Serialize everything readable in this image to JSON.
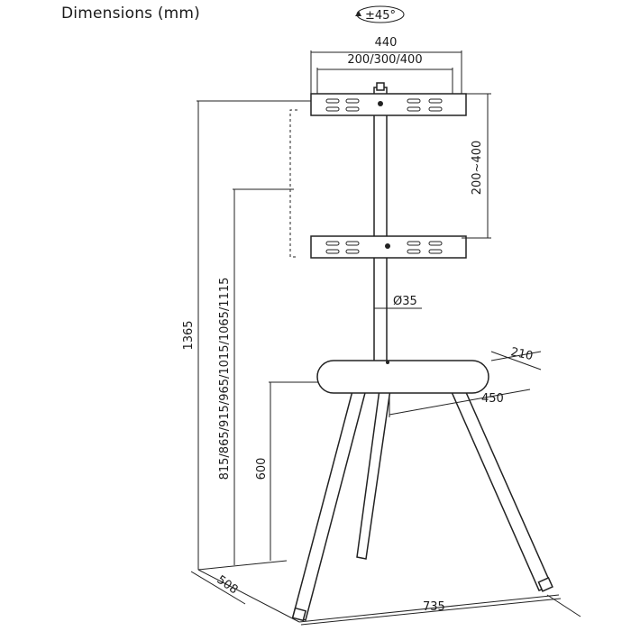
{
  "title": "Dimensions (mm)",
  "labels": {
    "rotation": "±45°",
    "width_total": "440",
    "vesa": "200/300/400",
    "bracket_spacing": "200~400",
    "pole_diameter": "Ø35",
    "shelf_depth": "210",
    "shelf_width": "450",
    "height_total": "1365",
    "height_options": "815/865/915/965/1015/1065/1115",
    "shelf_height": "600",
    "base_depth": "508",
    "base_width": "735"
  }
}
